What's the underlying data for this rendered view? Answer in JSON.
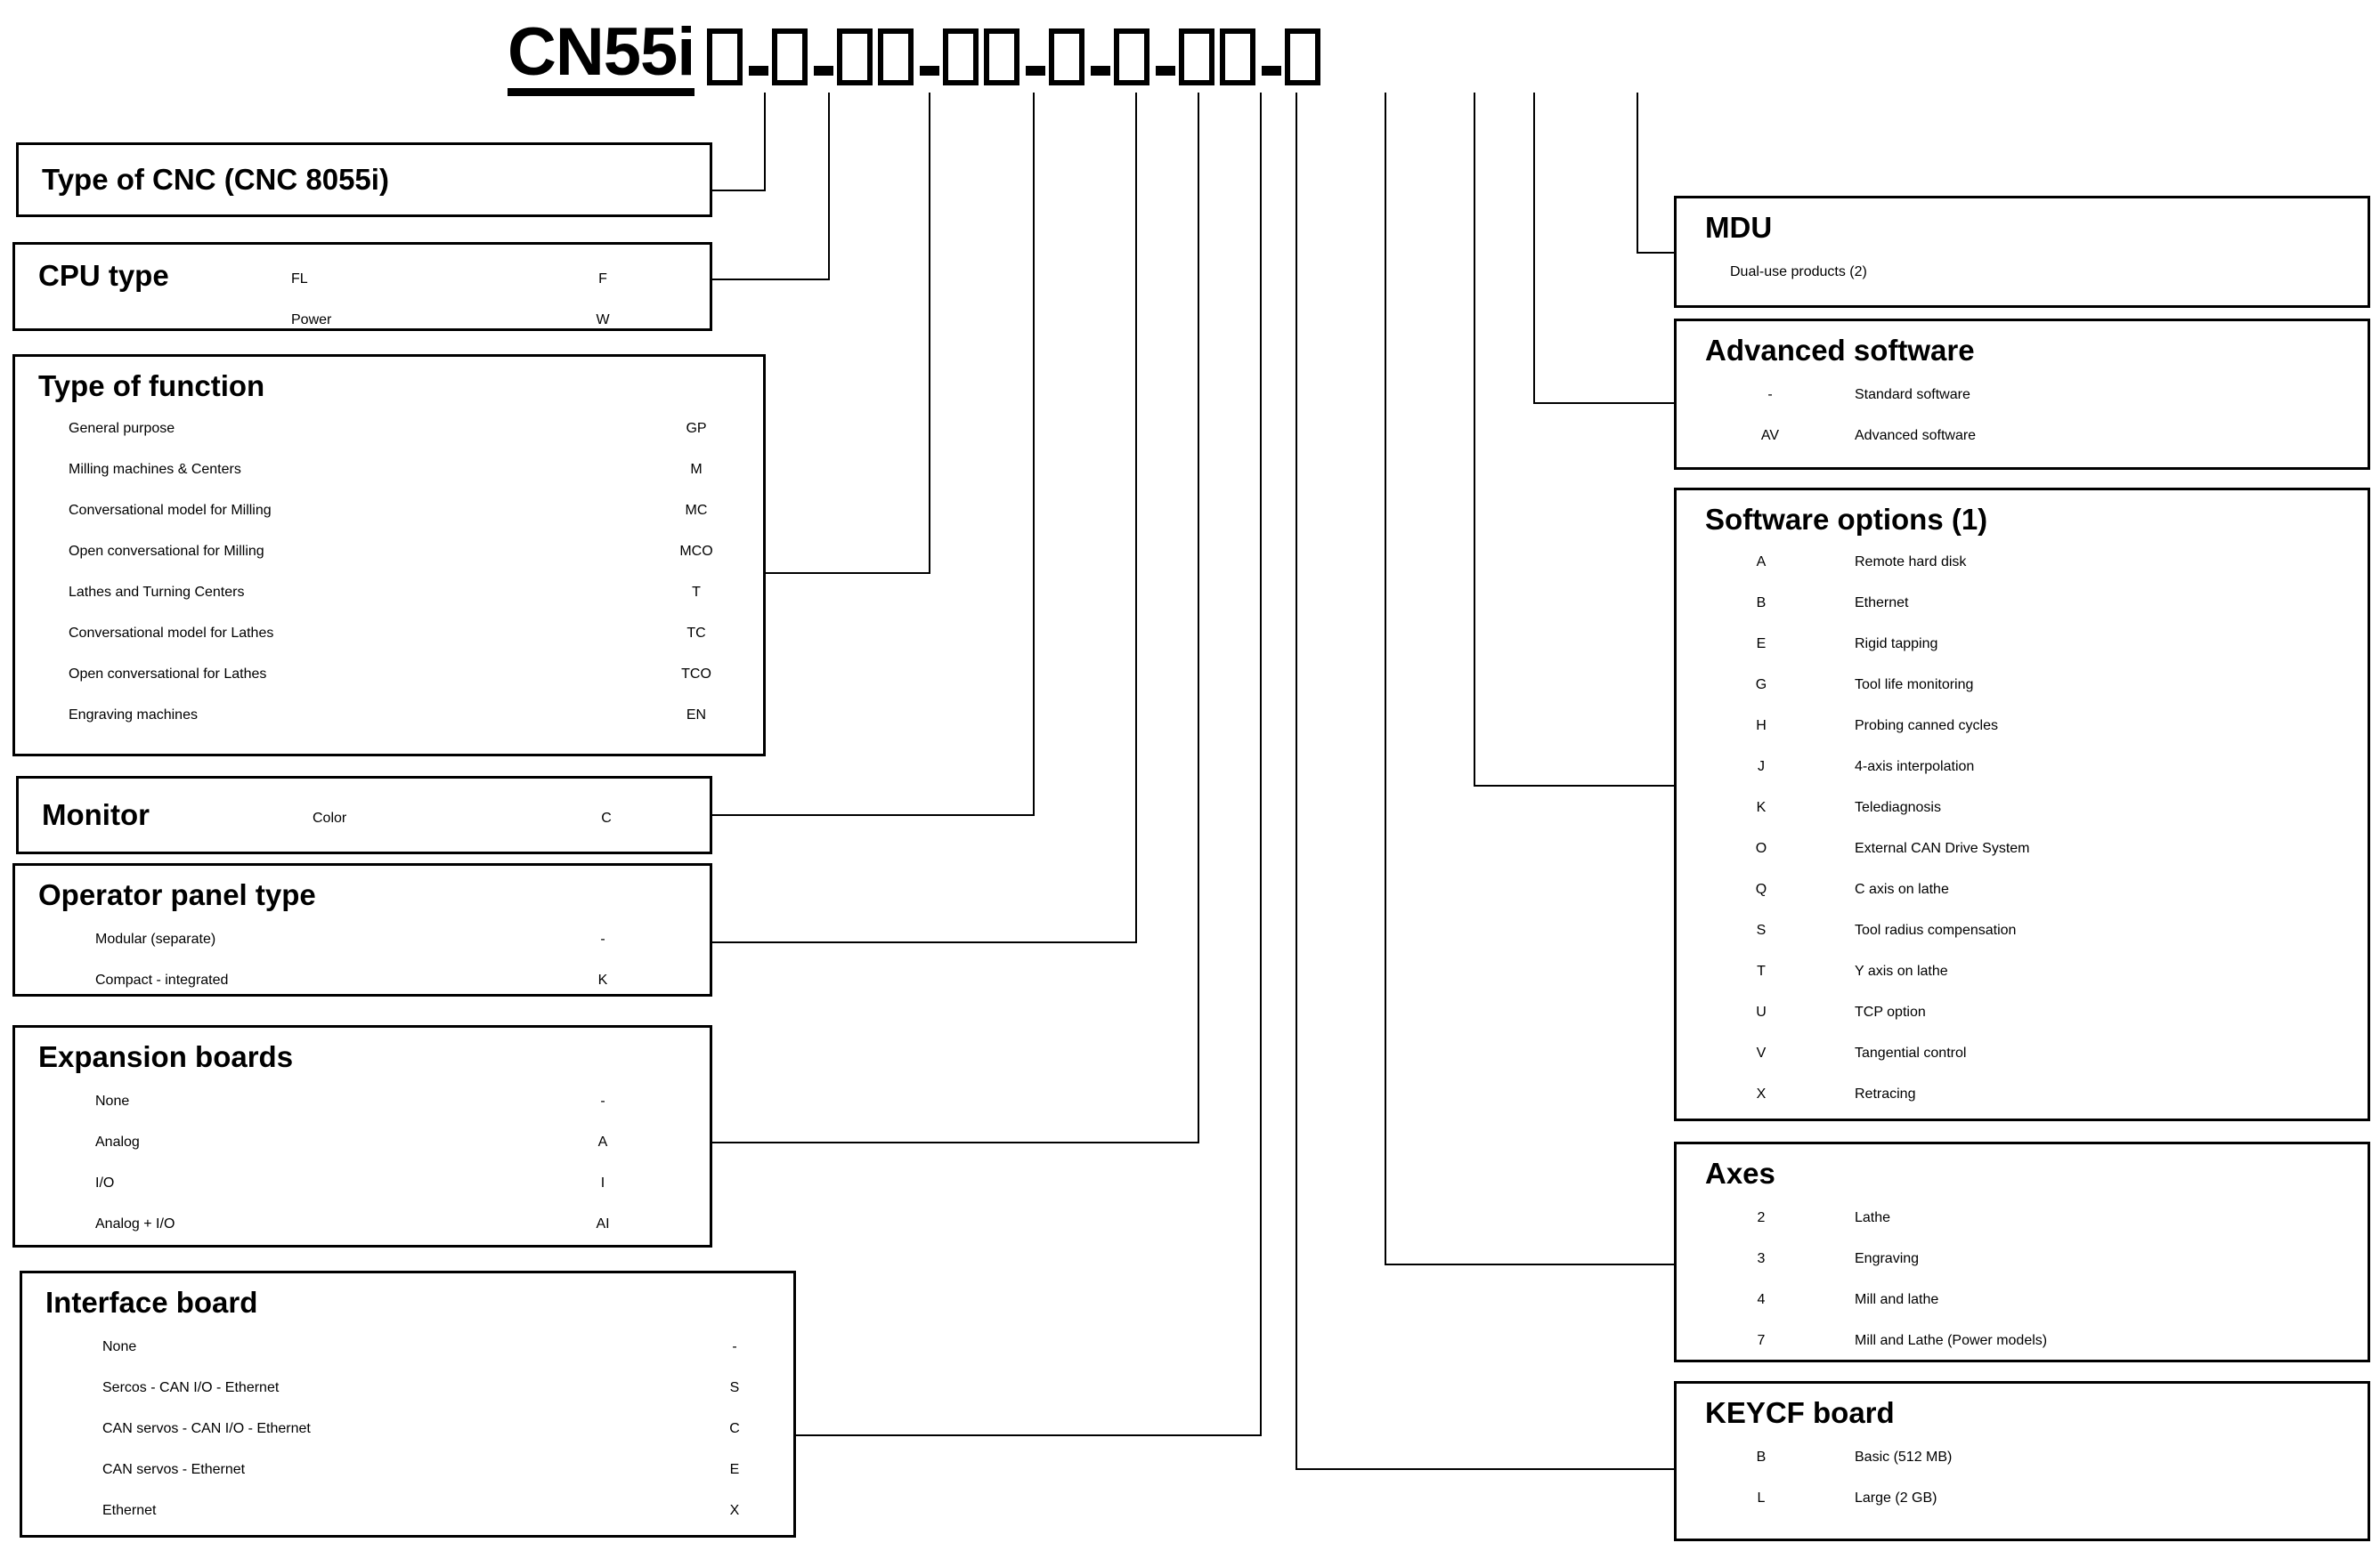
{
  "header": {
    "model_name": "CN55i",
    "placeholder_pattern": "□-□-□□-□□-□-□-□□-□",
    "placeholder_count": 10
  },
  "left_boxes": [
    {
      "title": "Type of CNC  (CNC 8055i)",
      "items": []
    },
    {
      "title": "CPU type",
      "inline": true,
      "items": [
        {
          "label": "FL",
          "code": "F"
        },
        {
          "label": "Power",
          "code": "W"
        }
      ]
    },
    {
      "title": "Type of function",
      "items": [
        {
          "label": "General purpose",
          "code": "GP"
        },
        {
          "label": "Milling machines & Centers",
          "code": "M"
        },
        {
          "label": "Conversational model for Milling",
          "code": "MC"
        },
        {
          "label": "Open conversational for Milling",
          "code": "MCO"
        },
        {
          "label": "Lathes and Turning Centers",
          "code": "T"
        },
        {
          "label": "Conversational model for Lathes",
          "code": "TC"
        },
        {
          "label": "Open conversational for Lathes",
          "code": "TCO"
        },
        {
          "label": "Engraving machines",
          "code": "EN"
        }
      ]
    },
    {
      "title": "Monitor",
      "inline": true,
      "items": [
        {
          "label": "Color",
          "code": "C"
        }
      ]
    },
    {
      "title": "Operator panel type",
      "items": [
        {
          "label": "Modular (separate)",
          "code": "-"
        },
        {
          "label": "Compact - integrated",
          "code": "K"
        }
      ]
    },
    {
      "title": "Expansion boards",
      "items": [
        {
          "label": "None",
          "code": "-"
        },
        {
          "label": "Analog",
          "code": "A"
        },
        {
          "label": "I/O",
          "code": "I"
        },
        {
          "label": "Analog + I/O",
          "code": "AI"
        }
      ]
    },
    {
      "title": "Interface board",
      "items": [
        {
          "label": "None",
          "code": "-"
        },
        {
          "label": "Sercos - CAN I/O - Ethernet",
          "code": "S"
        },
        {
          "label": "CAN servos - CAN I/O - Ethernet",
          "code": "C"
        },
        {
          "label": "CAN servos - Ethernet",
          "code": "E"
        },
        {
          "label": "Ethernet",
          "code": "X"
        }
      ]
    }
  ],
  "right_boxes": [
    {
      "title": "MDU",
      "items": [
        {
          "code": "",
          "label": "Dual-use products (2)"
        }
      ]
    },
    {
      "title": "Advanced software",
      "items": [
        {
          "code": "-",
          "label": "Standard software"
        },
        {
          "code": "AV",
          "label": "Advanced software"
        }
      ]
    },
    {
      "title": "Software options (1)",
      "items": [
        {
          "code": "A",
          "label": "Remote hard disk"
        },
        {
          "code": "B",
          "label": "Ethernet"
        },
        {
          "code": "E",
          "label": "Rigid tapping"
        },
        {
          "code": "G",
          "label": "Tool life monitoring"
        },
        {
          "code": "H",
          "label": "Probing canned cycles"
        },
        {
          "code": "J",
          "label": "4-axis interpolation"
        },
        {
          "code": "K",
          "label": "Telediagnosis"
        },
        {
          "code": "O",
          "label": "External CAN Drive System"
        },
        {
          "code": "Q",
          "label": "C axis on lathe"
        },
        {
          "code": "S",
          "label": "Tool radius compensation"
        },
        {
          "code": "T",
          "label": "Y axis on lathe"
        },
        {
          "code": "U",
          "label": "TCP option"
        },
        {
          "code": "V",
          "label": "Tangential control"
        },
        {
          "code": "X",
          "label": "Retracing"
        }
      ]
    },
    {
      "title": "Axes",
      "items": [
        {
          "code": "2",
          "label": "Lathe"
        },
        {
          "code": "3",
          "label": "Engraving"
        },
        {
          "code": "4",
          "label": "Mill and lathe"
        },
        {
          "code": "7",
          "label": "Mill and Lathe (Power models)"
        }
      ]
    },
    {
      "title": "KEYCF board",
      "items": [
        {
          "code": "B",
          "label": "Basic (512 MB)"
        },
        {
          "code": "L",
          "label": "Large (2 GB)"
        }
      ]
    }
  ]
}
